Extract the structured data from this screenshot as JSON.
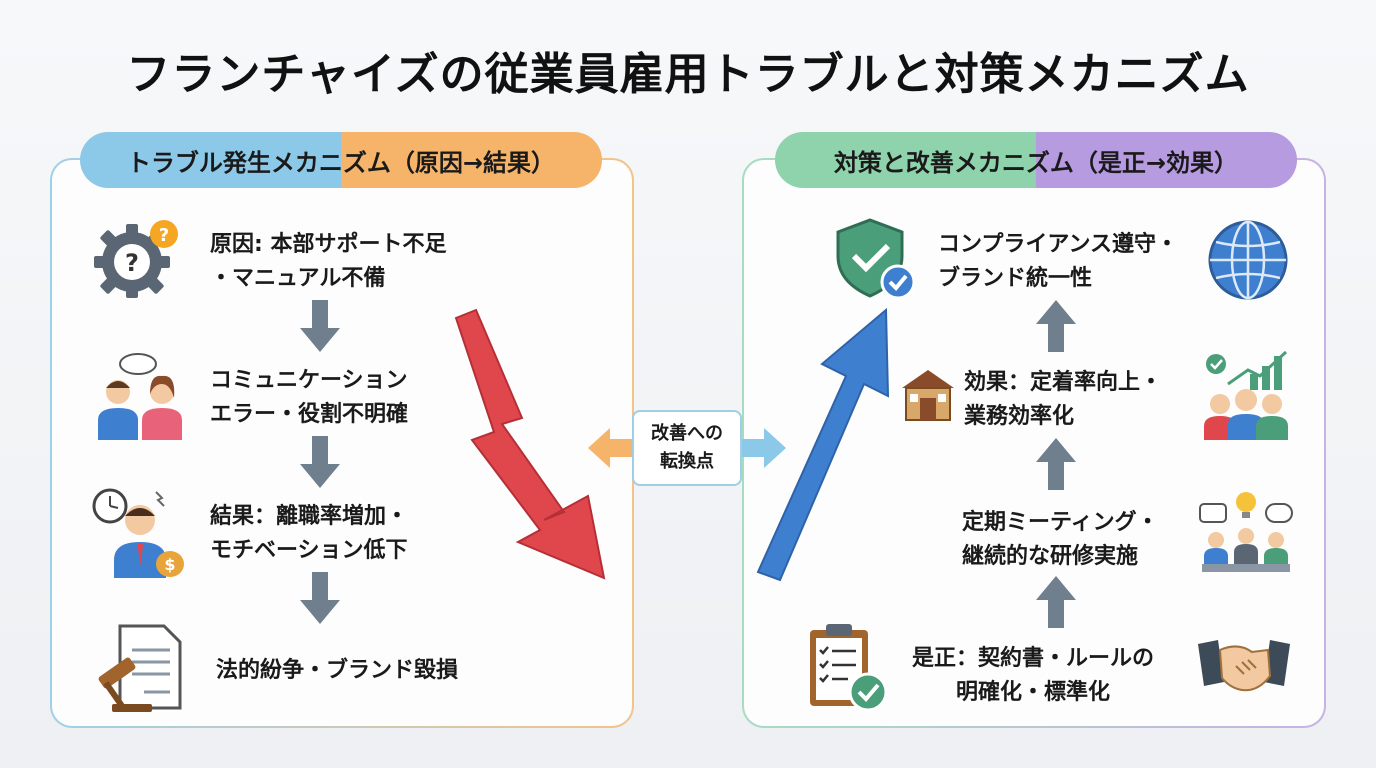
{
  "title": "フランチャイズの従業員雇用トラブルと対策メカニズム",
  "left_panel": {
    "header": "トラブル発生メカニズム（原因→結果）",
    "items": [
      {
        "lines": [
          "原因: 本部サポート不足",
          "・マニュアル不備"
        ],
        "icon": "gear-question-icon"
      },
      {
        "lines": [
          "コミュニケーション",
          "エラー・役割不明確"
        ],
        "icon": "confused-people-icon"
      },
      {
        "lines": [
          "結果：離職率増加・",
          "モチベーション低下"
        ],
        "icon": "stressed-worker-icon"
      },
      {
        "lines": [
          "法的紛争・ブランド毀損"
        ],
        "icon": "gavel-document-icon"
      }
    ]
  },
  "center": {
    "lines": [
      "改善への",
      "転換点"
    ]
  },
  "right_panel": {
    "header": "対策と改善メカニズム（是正→効果）",
    "items": [
      {
        "lines": [
          "コンプライアンス遵守・",
          "ブランド統一性"
        ],
        "icon": "shield-check-icon",
        "icon2": "globe-icon"
      },
      {
        "lines": [
          "効果：定着率向上・",
          "業務効率化"
        ],
        "icon": "store-icon",
        "icon2": "growth-team-icon"
      },
      {
        "lines": [
          "定期ミーティング・",
          "継続的な研修実施"
        ],
        "icon": "meeting-icon"
      },
      {
        "lines": [
          "是正：契約書・ルールの",
          "明確化・標準化"
        ],
        "icon": "clipboard-check-icon",
        "icon2": "handshake-icon"
      }
    ]
  },
  "colors": {
    "arrow_gray": "#6f7f8e",
    "red_arrow": "#e0474c",
    "blue_arrow": "#3f7fd0",
    "orange_accent": "#f5b46a",
    "blue_accent": "#8cc8e8"
  }
}
